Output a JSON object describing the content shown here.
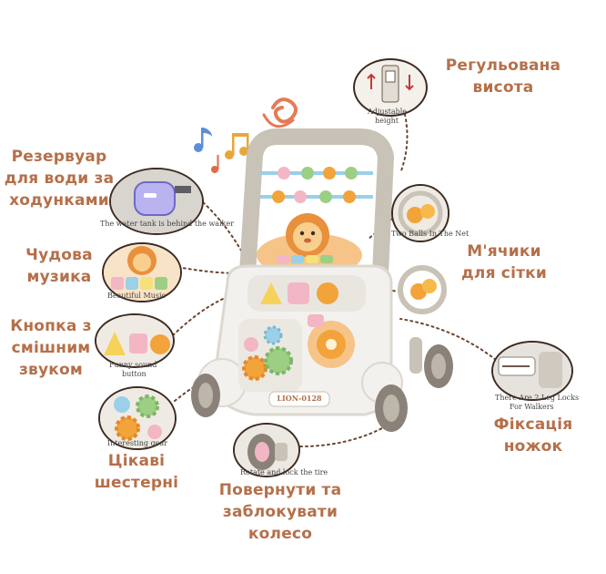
{
  "labels": {
    "height": [
      "Регульована",
      "висота"
    ],
    "water": [
      "Резервуар",
      "для води за",
      "ходунками"
    ],
    "music": [
      "Чудова",
      "музика"
    ],
    "button": [
      "Кнопка з",
      "смішним",
      "звуком"
    ],
    "gears": [
      "Цікаві",
      "шестерні"
    ],
    "balls": [
      "М'ячики",
      "для сітки"
    ],
    "legs": [
      "Фіксація",
      "ножок"
    ],
    "wheel": [
      "Повернути та",
      "заблокувати",
      "колесо"
    ]
  },
  "captions": {
    "height": [
      "Adjustable",
      "height"
    ],
    "water": "The water tank is behind the walker",
    "music": "Beautiful Music",
    "button": [
      "Funny sound",
      "button"
    ],
    "gears": "Interesting gear",
    "balls": "Two Balls In The Net",
    "legs": [
      "There Are 2 Leg Locks",
      "For Walkers"
    ],
    "wheel": "Rotate and lock the tire"
  },
  "product": {
    "model": "LION-0128"
  },
  "colors": {
    "label": "#b5704a",
    "frame": "#c9c2b6",
    "body": "#f3f1ee",
    "accent_orange": "#f2a33a",
    "accent_pink": "#f3b6c4",
    "accent_green": "#9ccf84",
    "wheel": "#8a8278"
  }
}
